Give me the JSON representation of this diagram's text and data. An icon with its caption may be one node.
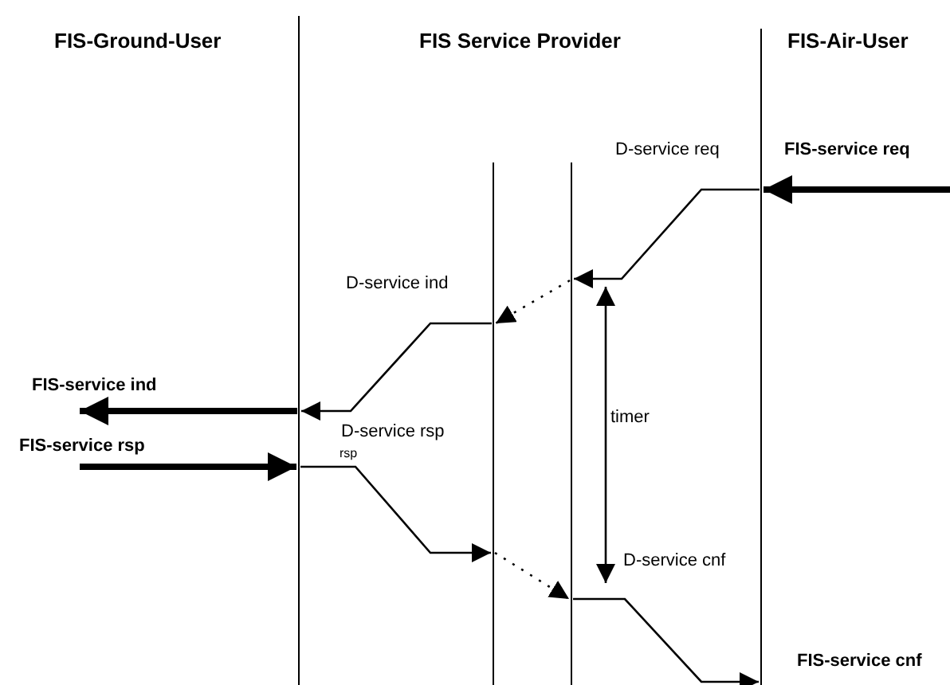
{
  "diagram": {
    "nodes": [
      {
        "text": [
          "FIS-Ground-User"
        ]
      },
      {
        "text": [
          "FIS Service Provider"
        ]
      },
      {
        "text": [],
        "shape": "bar",
        "in": 1
      },
      {
        "text": [],
        "shape": "bar",
        "in": 1
      },
      {
        "text": [
          "FIS-Air-User"
        ]
      }
    ],
    "edges": [
      {
        "from": null,
        "to": 4,
        "arrow": "to",
        "label": "FIS-service req",
        "style": "thick"
      },
      {
        "from": 4,
        "to": 3,
        "arrow": "to",
        "label": "D-service req"
      },
      {
        "from": 3,
        "to": 2,
        "arrow": "to",
        "style": "dashed"
      },
      {
        "from": 2,
        "to": 0,
        "arrow": "to",
        "label": "D-service ind"
      },
      {
        "from": 0,
        "to": null,
        "arrow": "to",
        "label": "FIS-service ind",
        "style": "thick"
      },
      {
        "from": null,
        "to": 0,
        "arrow": "to",
        "label": "FIS-service rsp",
        "style": "thick"
      },
      {
        "from": 0,
        "to": 2,
        "arrow": "to",
        "label": "D-service rsp"
      },
      {
        "from": 2,
        "to": 3,
        "arrow": "to",
        "style": "dashed"
      },
      {
        "from": 3,
        "to": 4,
        "arrow": "to",
        "label": "D-service cnf"
      }
    ],
    "labels": [
      "rsp",
      "timer",
      "FIS-service cnf"
    ]
  }
}
